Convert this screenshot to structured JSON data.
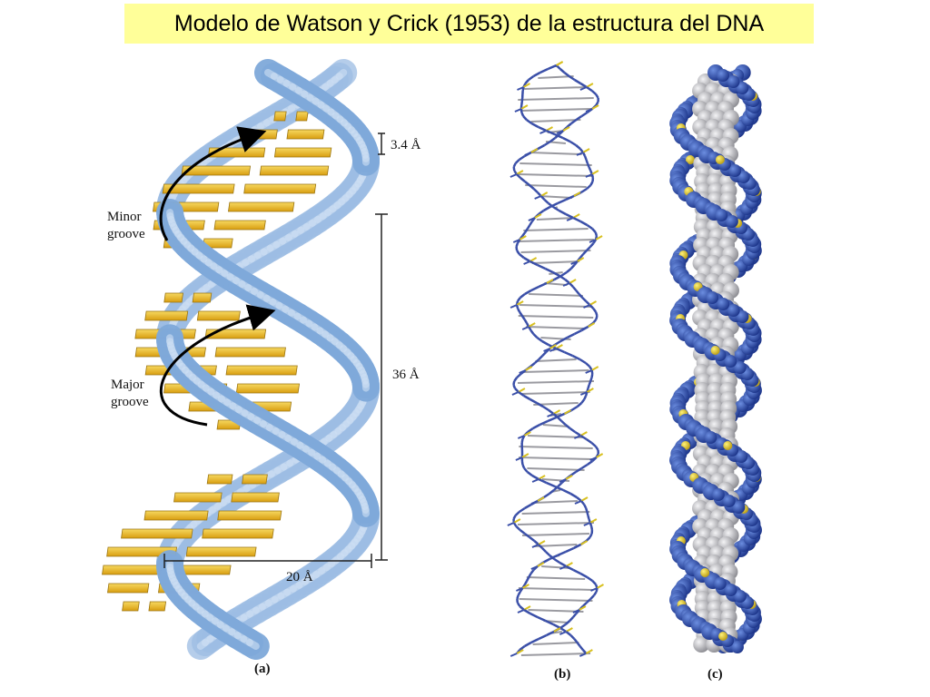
{
  "title": "Modelo de Watson y Crick (1953) de la estructura del DNA",
  "panel_a": {
    "label": "(a)",
    "minor_groove": [
      "Minor",
      "groove"
    ],
    "major_groove": [
      "Major",
      "groove"
    ],
    "rise": "3.4 Å",
    "pitch": "36 Å",
    "diameter": "20 Å"
  },
  "panel_b": {
    "label": "(b)"
  },
  "panel_c": {
    "label": "(c)"
  },
  "colors": {
    "title_bg": "#ffff99",
    "strand": "#7aa6d6",
    "strand_edge": "#4a7cb8",
    "base_pair": "#e9b928",
    "stick": "#3a4fa8",
    "sphere_blue": "#2a4aa8",
    "sphere_gray": "#c8c8cc",
    "sphere_yellow": "#e8d020"
  }
}
